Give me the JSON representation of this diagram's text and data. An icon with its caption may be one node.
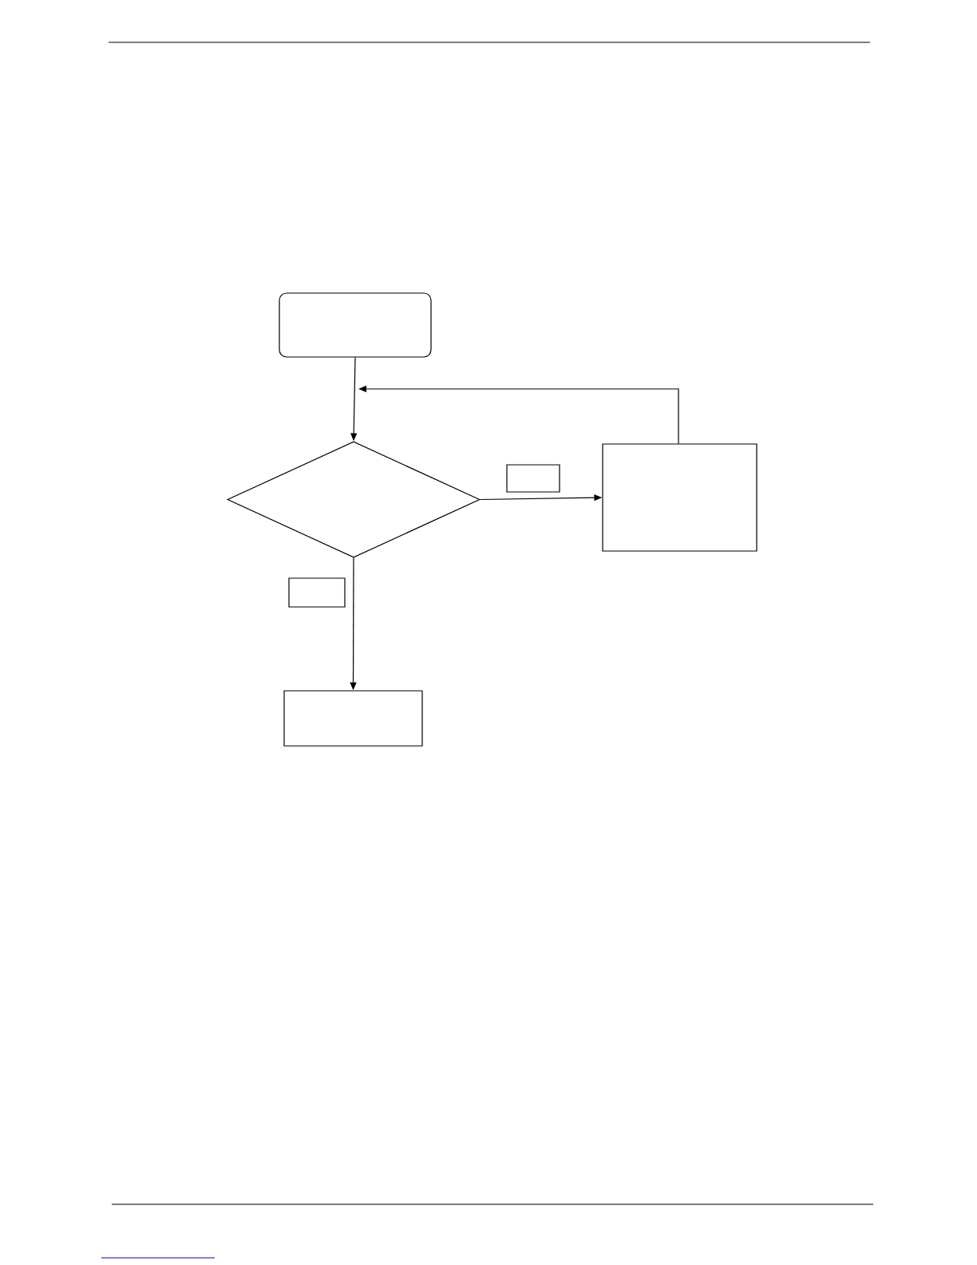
{
  "diagram": {
    "nodes": [
      {
        "text": [],
        "shape": "box"
      },
      {
        "text": [],
        "shape": "diamond"
      },
      {
        "text": [],
        "shape": "box"
      },
      {
        "text": [],
        "shape": "box"
      },
      {
        "text": [],
        "shape": "box"
      },
      {
        "text": [],
        "shape": "box"
      }
    ],
    "edges": [
      {
        "from": 0,
        "to": 1,
        "arrow": "to"
      },
      {
        "from": 1,
        "to": 3,
        "arrow": "to"
      },
      {
        "from": 3,
        "to": null,
        "arrow": "to"
      },
      {
        "from": 1,
        "to": 5,
        "arrow": "to"
      }
    ]
  }
}
